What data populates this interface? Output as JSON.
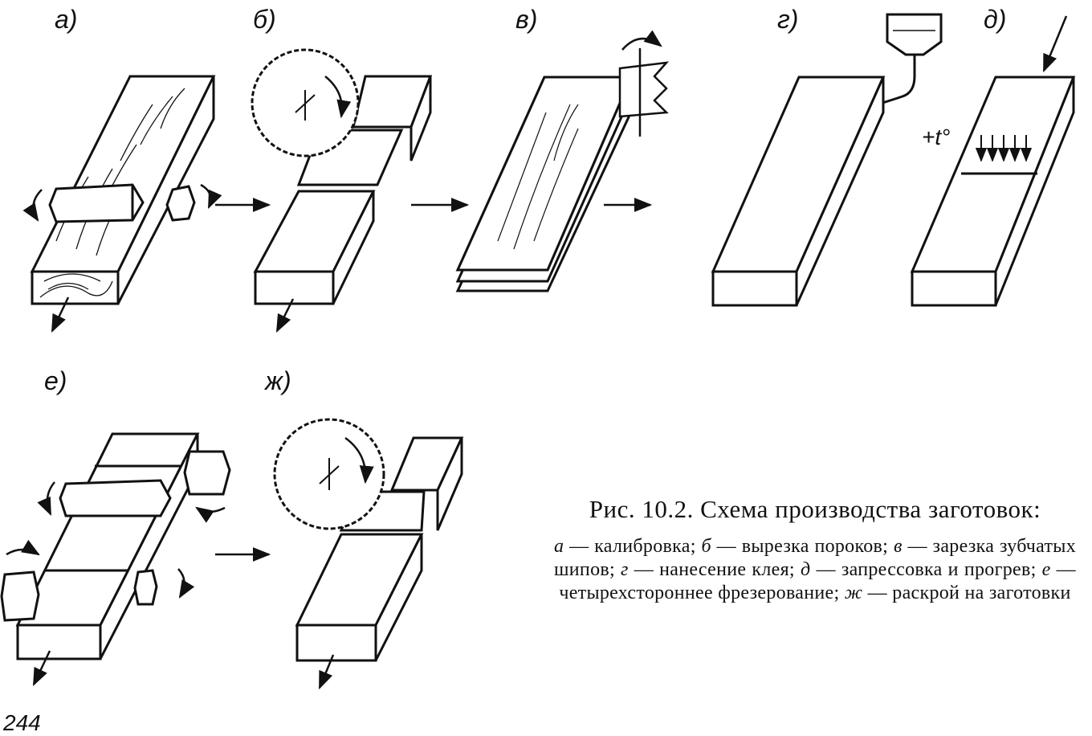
{
  "panels": [
    {
      "id": "a",
      "label": "а)"
    },
    {
      "id": "b",
      "label": "б)"
    },
    {
      "id": "v",
      "label": "в)"
    },
    {
      "id": "g",
      "label": "г)"
    },
    {
      "id": "d",
      "label": "д)"
    },
    {
      "id": "e",
      "label": "е)"
    },
    {
      "id": "zh",
      "label": "ж)"
    }
  ],
  "heat_label": "+t°",
  "caption": {
    "title": "Рис. 10.2. Схема производства заготовок:",
    "items": [
      {
        "key": "а",
        "text": "калибровка"
      },
      {
        "key": "б",
        "text": "вырезка пороков"
      },
      {
        "key": "в",
        "text": "зарезка зубчатых шипов"
      },
      {
        "key": "г",
        "text": "нанесение клея"
      },
      {
        "key": "д",
        "text": "запрессовка и прогрев"
      },
      {
        "key": "е",
        "text": "четырехстороннее фрезерование"
      },
      {
        "key": "ж",
        "text": "раскрой на заготовки"
      }
    ]
  },
  "page_number": "244"
}
